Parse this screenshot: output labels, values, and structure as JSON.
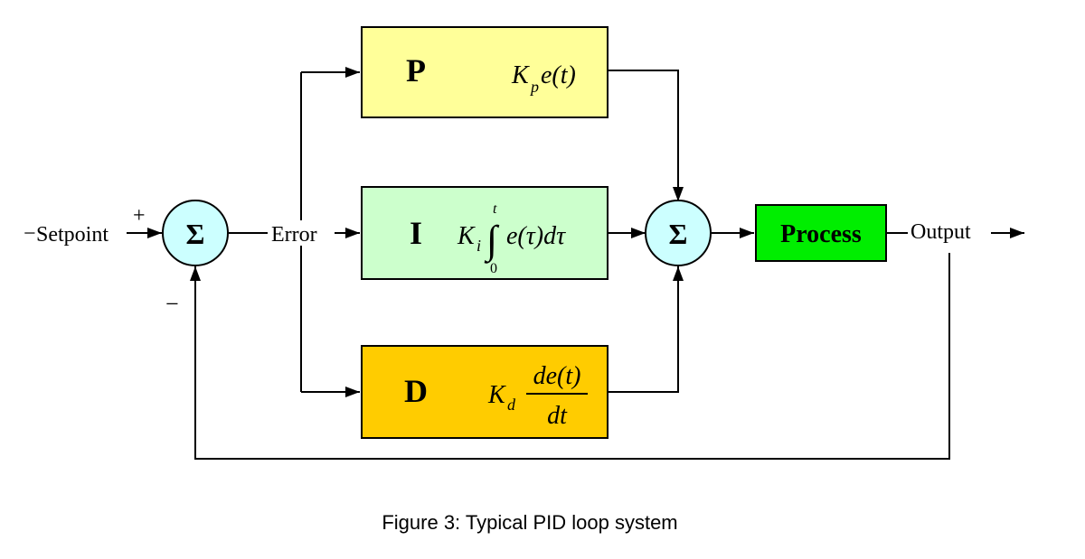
{
  "diagram": {
    "setpoint_label": "Setpoint",
    "plus_sign": "+",
    "minus_sign": "−",
    "sum_symbol": "Σ",
    "error_label": "Error",
    "output_label": "Output",
    "blocks": {
      "p": {
        "letter": "P",
        "gain": "K",
        "gain_sub": "p",
        "formula": "e(t)",
        "color": "#FFFF99"
      },
      "i": {
        "letter": "I",
        "gain": "K",
        "gain_sub": "i",
        "integral": "∫",
        "upper_limit": "t",
        "lower_limit": "0",
        "formula": "e(τ)dτ",
        "color": "#CCFFCC"
      },
      "d": {
        "letter": "D",
        "gain": "K",
        "gain_sub": "d",
        "numerator": "de(t)",
        "denominator": "dt",
        "color": "#FFCC00"
      }
    },
    "process": {
      "label": "Process",
      "color": "#00EE00"
    },
    "summing_junction_color": "#CCFFFF"
  },
  "caption": "Figure 3: Typical PID loop system"
}
